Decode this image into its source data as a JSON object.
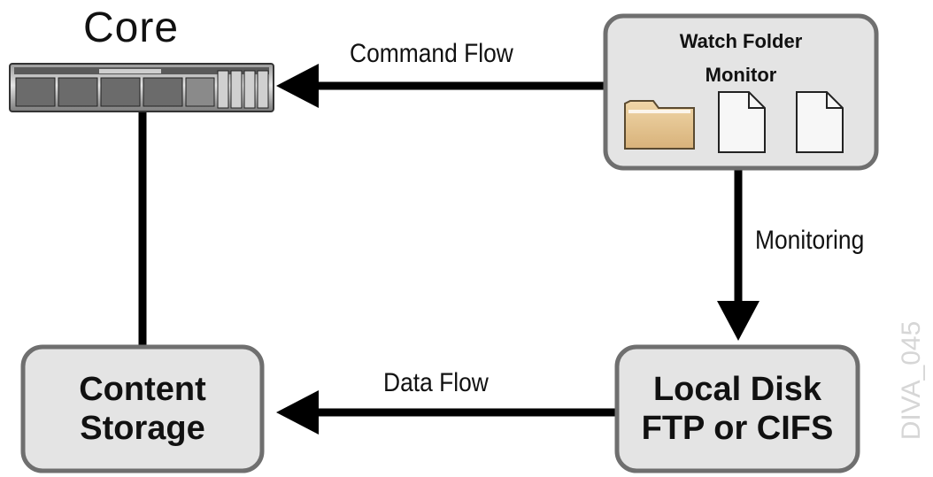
{
  "core": {
    "label": "Core"
  },
  "watch_folder": {
    "title_line1": "Watch Folder",
    "title_line2": "Monitor"
  },
  "content_storage": {
    "line1": "Content",
    "line2": "Storage"
  },
  "local_disk": {
    "line1": "Local Disk",
    "line2": "FTP or CIFS"
  },
  "flows": {
    "command": "Command Flow",
    "monitoring": "Monitoring",
    "data": "Data Flow"
  },
  "watermark": "DIVA_045",
  "icons": {
    "server": "server-icon",
    "folder": "folder-icon",
    "document": "document-icon"
  },
  "colors": {
    "box_fill": "#e4e4e4",
    "box_stroke": "#6f6f6f",
    "arrow": "#000000",
    "folder_fill": "#e2c190",
    "document_fill": "#f7f7f7"
  }
}
